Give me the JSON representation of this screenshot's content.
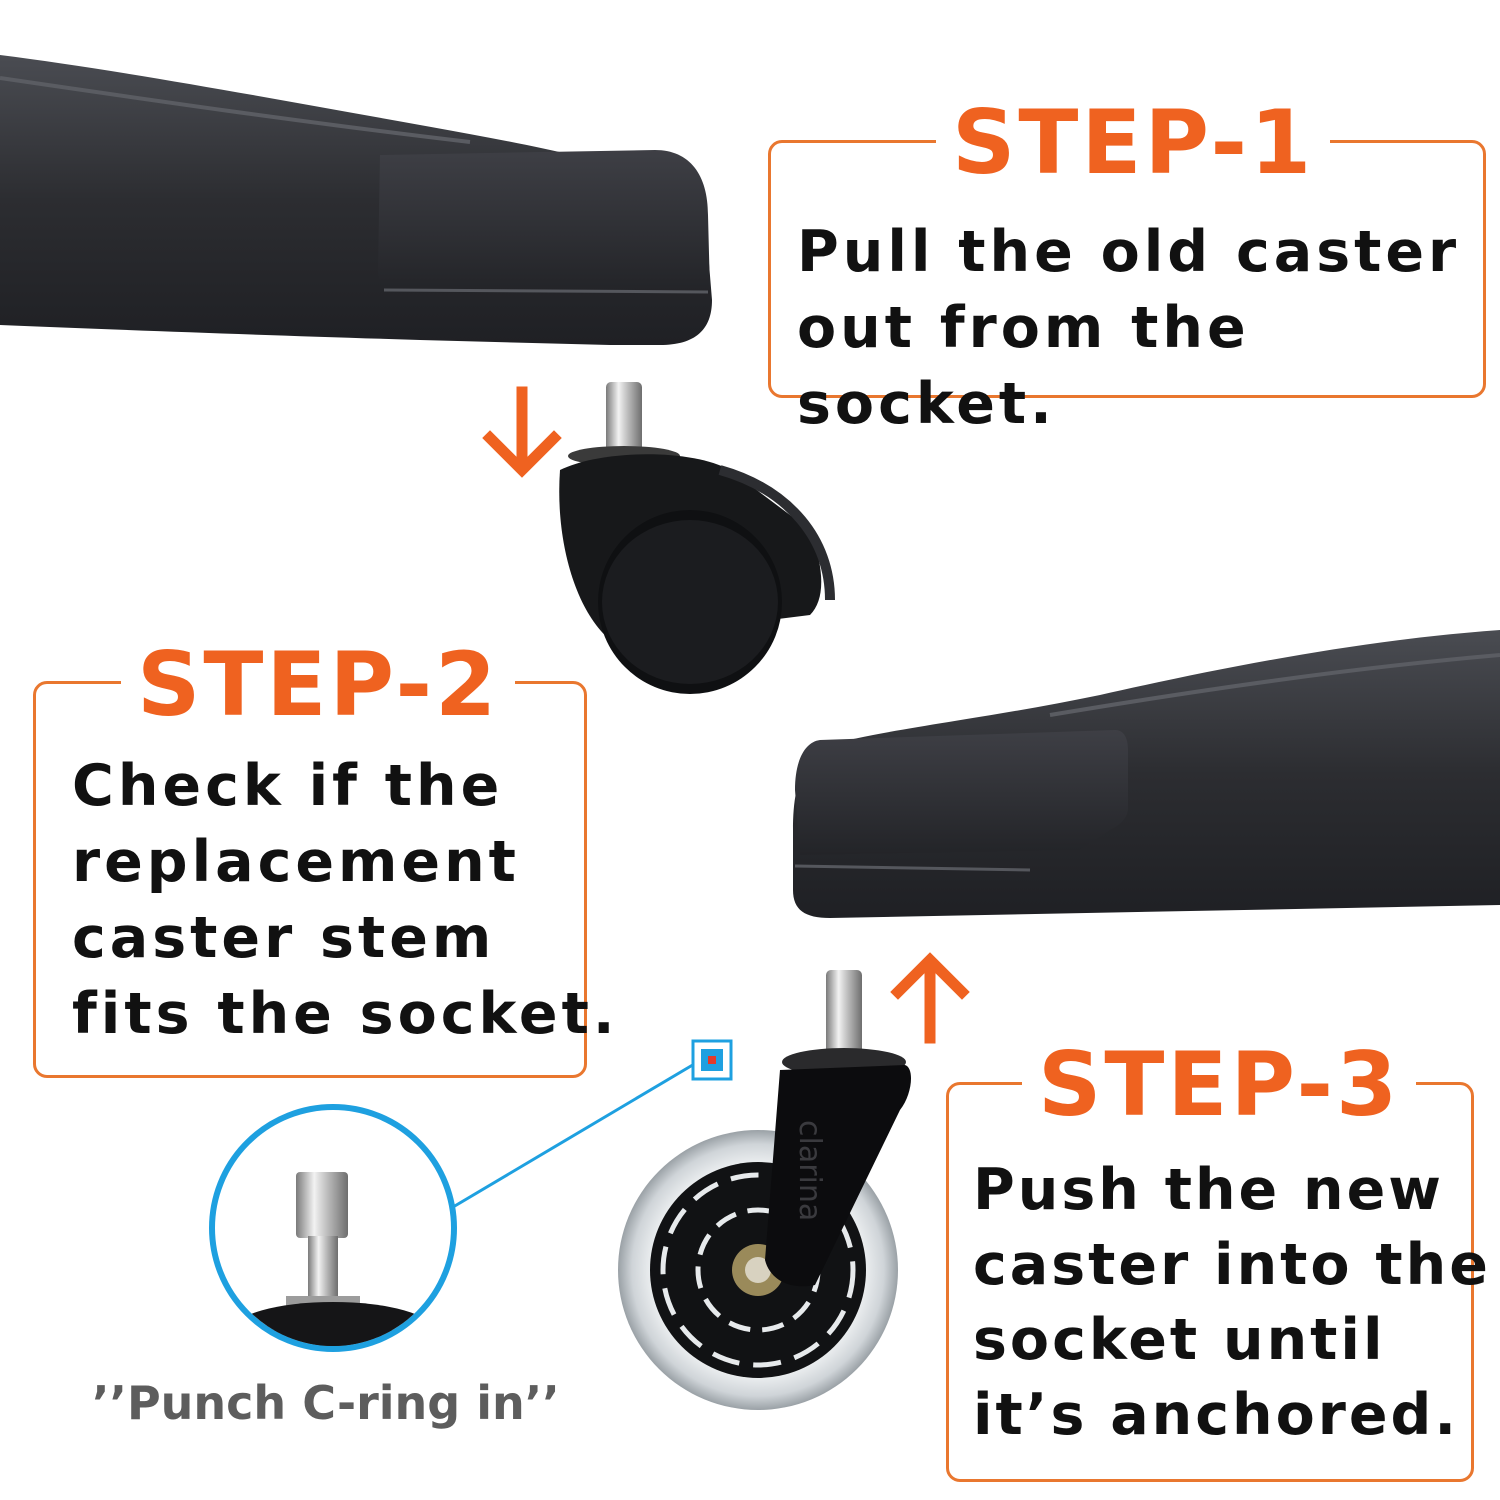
{
  "steps": [
    {
      "title": "STEP-1",
      "text": "Pull the old caster\nout from the socket."
    },
    {
      "title": "STEP-2",
      "text": "Check if the\nreplacement\ncaster stem\nfits the socket."
    },
    {
      "title": "STEP-3",
      "text": "Push the new\ncaster into the\nsocket until\nit’s anchored."
    }
  ],
  "zoom_caption": "’’Punch C-ring in’’",
  "wheel_brand": "clarina",
  "colors": {
    "accent": "#ef6220",
    "box_border": "#e9772f",
    "zoom_ring": "#1ea0e0",
    "text": "#111111",
    "caption": "#5d5d5d"
  },
  "icons": [
    "arrow-down-icon",
    "arrow-up-icon"
  ]
}
